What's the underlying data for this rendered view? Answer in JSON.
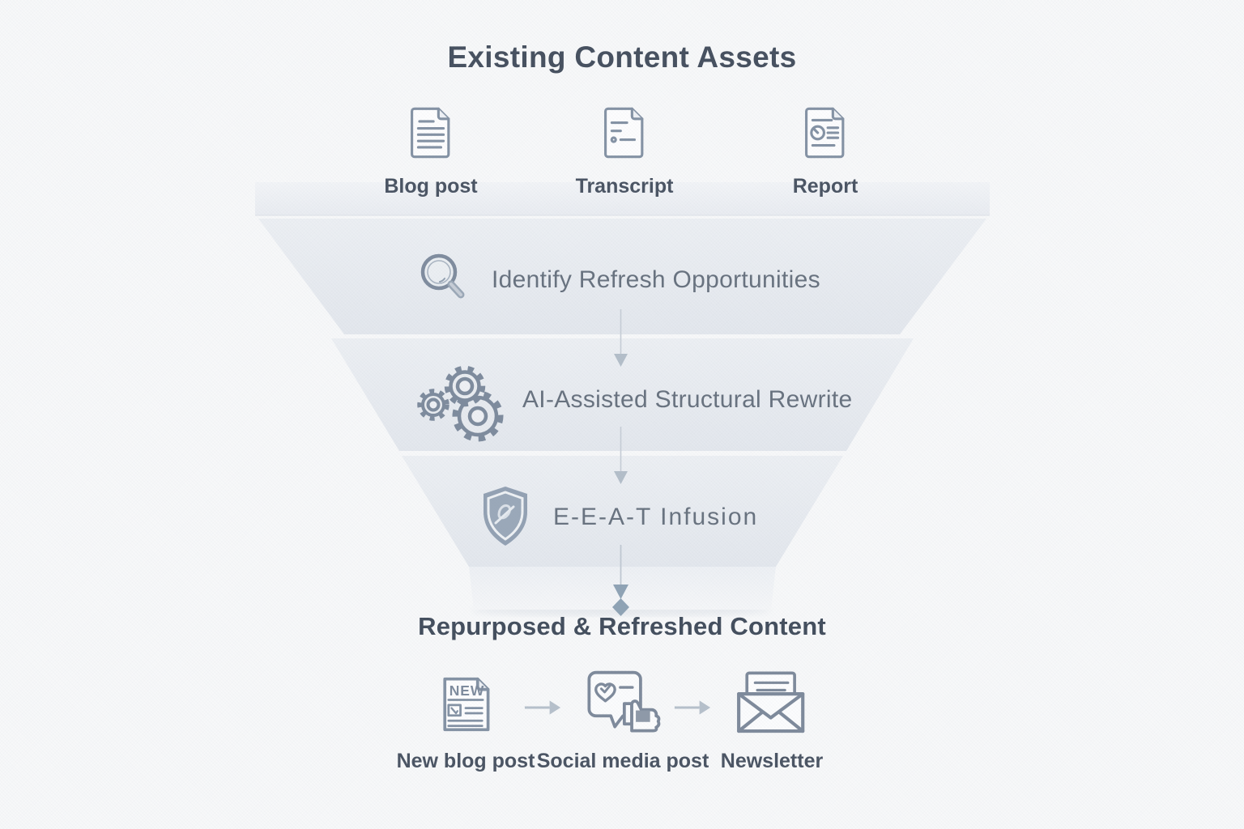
{
  "title": "Existing Content Assets",
  "inputs": [
    {
      "label": "Blog post",
      "icon": "blog-post-document-icon"
    },
    {
      "label": "Transcript",
      "icon": "transcript-document-icon"
    },
    {
      "label": "Report",
      "icon": "report-document-icon"
    }
  ],
  "funnel_stages": [
    {
      "label": "Identify Refresh Opportunities",
      "icon": "magnifier-icon"
    },
    {
      "label": "AI-Assisted Structural Rewrite",
      "icon": "gears-icon"
    },
    {
      "label": "E-E-A-T Infusion",
      "icon": "shield-icon"
    }
  ],
  "output_heading": "Repurposed & Refreshed Content",
  "outputs": [
    {
      "label": "New blog post",
      "badge": "NEW",
      "icon": "new-blog-post-icon"
    },
    {
      "label": "Social media post",
      "icon": "social-media-post-icon"
    },
    {
      "label": "Newsletter",
      "icon": "newsletter-envelope-icon"
    }
  ],
  "colors": {
    "background": "#f7f8f9",
    "funnel_fill_top": "#ebeef2",
    "funnel_fill_bottom": "#e3e7ed",
    "title_text": "#46505f",
    "stage_text": "#68727f",
    "label_text": "#4a5463",
    "icon_stroke": "#8492a4",
    "connector_arrow": "#b3bec9",
    "end_arrow": "#8fa3b5"
  }
}
